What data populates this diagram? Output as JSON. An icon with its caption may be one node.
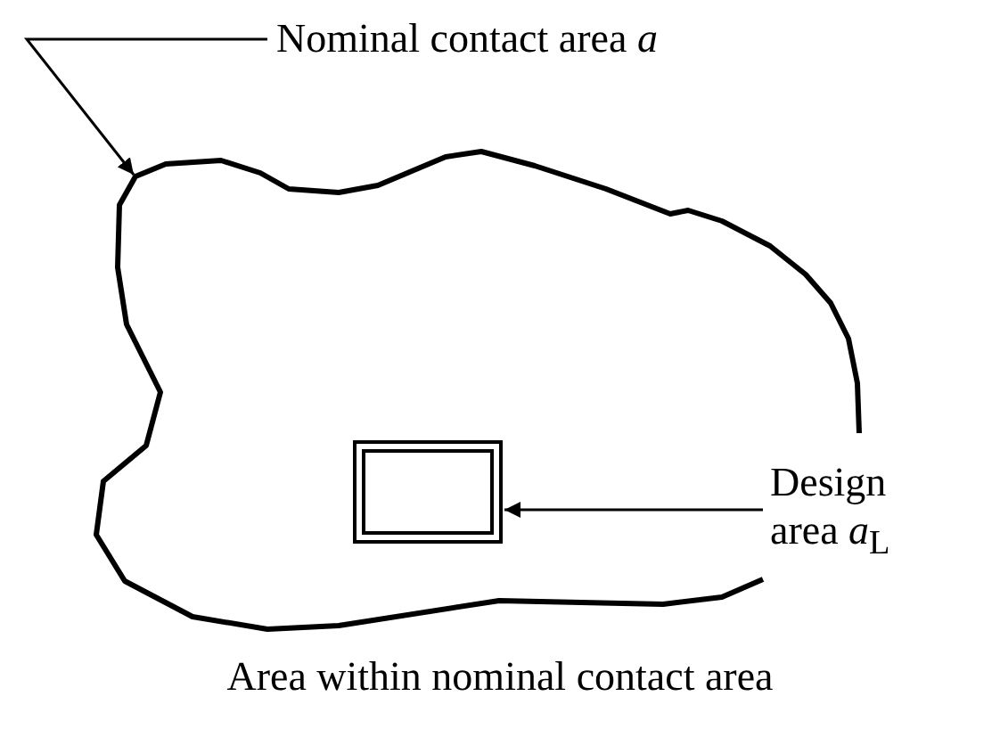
{
  "diagram": {
    "caption": "Area within nominal contact area",
    "nodes": [
      {
        "text": [
          "Nominal contact area *a*"
        ]
      },
      {
        "text": [],
        "shape": "blob"
      },
      {
        "text": [],
        "shape": "box",
        "in": 1
      },
      {
        "text": [
          "Design area *a*$_{L}$"
        ]
      }
    ],
    "edges": [
      {
        "from": 0,
        "to": 1,
        "arrow": "to"
      },
      {
        "from": 3,
        "to": 2,
        "arrow": "to"
      }
    ]
  }
}
